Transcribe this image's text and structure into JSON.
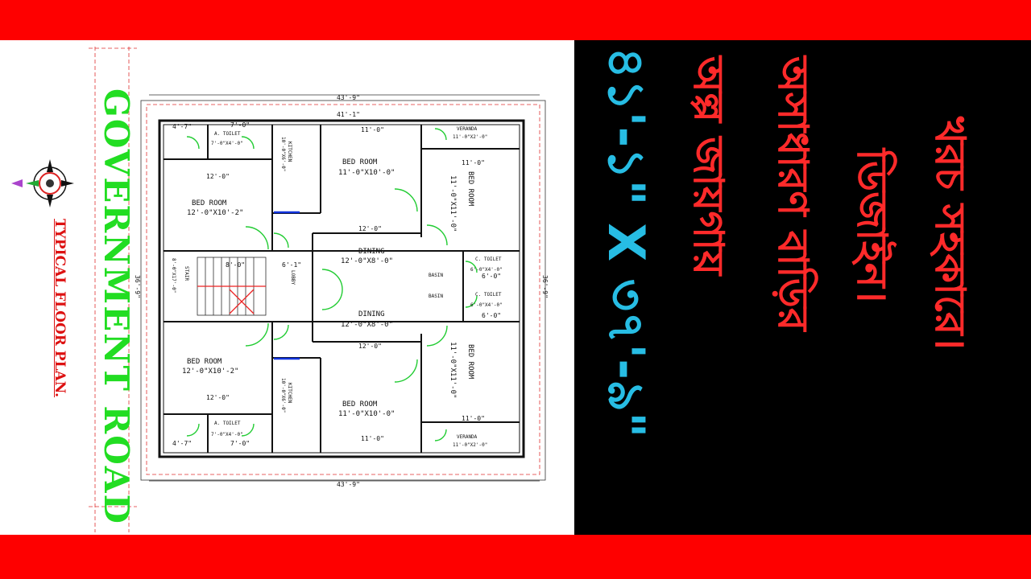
{
  "colors": {
    "band": "#fe0000",
    "plan_background": "#ffffff",
    "text_panel_background": "#000000",
    "road_text": "#22dd22",
    "title_red": "#dd1111",
    "dimension_cyan": "#27bde4",
    "bengali_red": "#ff2a2a"
  },
  "plan": {
    "road_label": "GOVERNMENT ROAD",
    "floor_label": "TYPICAL FLOOR PLAN.",
    "compass_icon": "compass-rose-icon",
    "overall_width": "43'-9\"",
    "inner_width": "41'-1\"",
    "overall_height": "36'-9\"",
    "rooms": {
      "bed_room_top_left": {
        "name": "BED ROOM",
        "size": "12'-0\"X10'-2\""
      },
      "bed_room_bottom_left": {
        "name": "BED ROOM",
        "size": "12'-0\"X10'-2\""
      },
      "bed_room_top_center": {
        "name": "BED ROOM",
        "size": "11'-0\"X10'-0\""
      },
      "bed_room_bottom_center": {
        "name": "BED ROOM",
        "size": "11'-0\"X10'-0\""
      },
      "bed_room_top_right": {
        "name": "BED ROOM",
        "size": "11'-0\"X11'-0\""
      },
      "bed_room_bottom_right": {
        "name": "BED ROOM",
        "size": "11'-0\"X11'-0\""
      },
      "dining_top": {
        "name": "DINING",
        "size": "12'-0\"X8'-0\""
      },
      "dining_bottom": {
        "name": "DINING",
        "size": "12'-0\"X8'-0\""
      },
      "a_toilet_top": {
        "name": "A. TOILET",
        "size": "7'-0\"X4'-0\""
      },
      "a_toilet_bottom": {
        "name": "A. TOILET",
        "size": "7'-0\"X4'-0\""
      },
      "c_toilet_top": {
        "name": "C. TOILET",
        "size": "6'-0\"X4'-0\""
      },
      "c_toilet_bottom": {
        "name": "C. TOILET",
        "size": "6'-0\"X4'-0\""
      },
      "kitchen_top": {
        "name": "KITCHEN",
        "size": "10'-0\"X6'-0\""
      },
      "kitchen_bottom": {
        "name": "KITCHEN",
        "size": "10'-0\"X6'-0\""
      },
      "lobby": {
        "name": "LOBBY",
        "size": "6'-1\""
      },
      "stair": {
        "name": "STAIR",
        "size": "8'-0\"X17'-0\""
      },
      "verandah_top": {
        "name": "VERANDA",
        "size": "11'-0\"X2'-0\""
      },
      "verandah_bottom": {
        "name": "VERANDA",
        "size": "11'-0\"X2'-0\""
      },
      "basin_top": {
        "name": "BASIN"
      },
      "basin_bottom": {
        "name": "BASIN"
      }
    },
    "dims": {
      "d12_top": "12'-0\"",
      "d12_bottom": "12'-0\"",
      "d11_top": "11'-0\"",
      "d11_bottom": "11'-0\"",
      "d11_right_top": "11'-0\"",
      "d11_right_bottom": "11'-0\"",
      "d12_dining_top": "12'-0\"",
      "d12_dining_bottom": "12'-0\"",
      "d4_7_top": "4'-7\"",
      "d4_7_bottom": "4'-7\"",
      "d7_0_top": "7'-0\"",
      "d7_0_bottom": "7'-0\"",
      "d6_0_top": "6'-0\"",
      "d6_0_bottom": "6'-0\"",
      "d8_0": "8'-0\"",
      "d6_1": "6'-1\""
    }
  },
  "headline": {
    "dimension_line": "৪১'-১\" X ৩৭'-৯\"",
    "line1": "অল্প জায়গায়",
    "line2": "অসাধারণ বাড়ির",
    "line3": "ডিজাইন।",
    "line4": "খরচ সহকারে।"
  }
}
